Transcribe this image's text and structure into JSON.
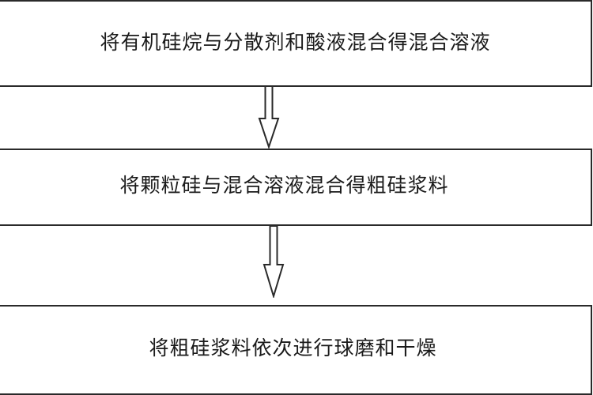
{
  "flowchart": {
    "steps": [
      {
        "label": "将有机硅烷与分散剂和酸液混合得混合溶液"
      },
      {
        "label": "将颗粒硅与混合溶液混合得粗硅浆料"
      },
      {
        "label": "将粗硅浆料依次进行球磨和干燥"
      }
    ],
    "colors": {
      "line": "#2a2a2a",
      "text": "#1a1a1a",
      "background": "#ffffff"
    },
    "icons": [
      "down-arrow-icon",
      "down-arrow-icon"
    ]
  }
}
